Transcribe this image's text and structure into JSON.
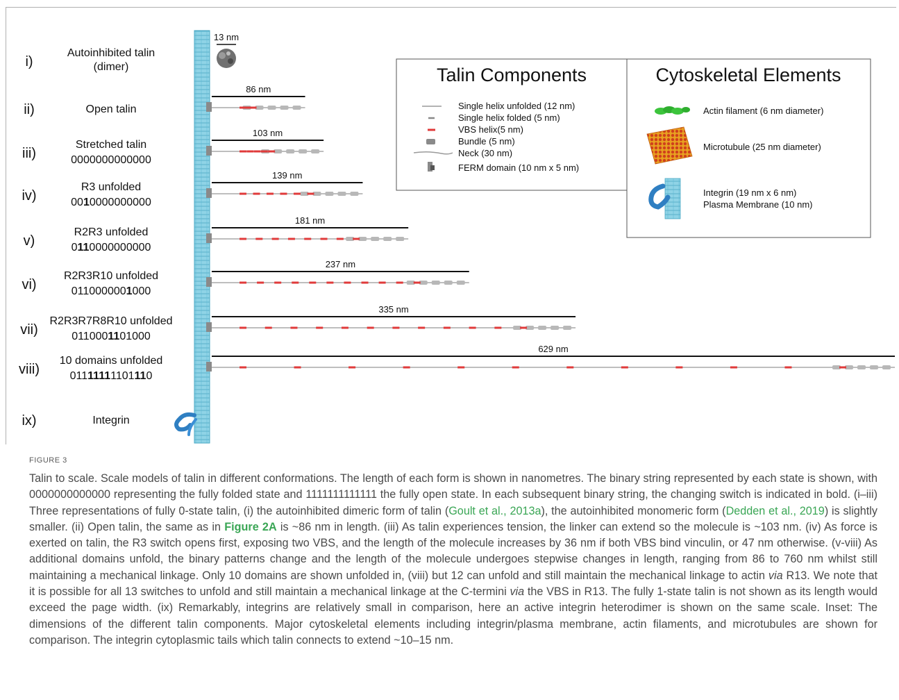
{
  "figure": {
    "rows": [
      {
        "numeral": "i)",
        "name": "Autoinhibited talin",
        "name2": "(dimer)"
      },
      {
        "numeral": "ii)",
        "name": "Open talin",
        "length_nm": 86,
        "length_label": "86 nm"
      },
      {
        "numeral": "iii)",
        "name": "Stretched talin",
        "binary": [
          {
            "t": "0000000000000",
            "b": false
          }
        ],
        "length_nm": 103,
        "length_label": "103 nm"
      },
      {
        "numeral": "iv)",
        "name": "R3 unfolded",
        "binary": [
          {
            "t": "00",
            "b": false
          },
          {
            "t": "1",
            "b": true
          },
          {
            "t": "0000000000",
            "b": false
          }
        ],
        "length_nm": 139,
        "length_label": "139 nm"
      },
      {
        "numeral": "v)",
        "name": "R2R3 unfolded",
        "binary": [
          {
            "t": "0",
            "b": false
          },
          {
            "t": "11",
            "b": true
          },
          {
            "t": "0000000000",
            "b": false
          }
        ],
        "length_nm": 181,
        "length_label": "181 nm"
      },
      {
        "numeral": "vi)",
        "name": "R2R3R10 unfolded",
        "binary": [
          {
            "t": "011000000",
            "b": false
          },
          {
            "t": "1",
            "b": true
          },
          {
            "t": "000",
            "b": false
          }
        ],
        "length_nm": 237,
        "length_label": "237 nm"
      },
      {
        "numeral": "vii)",
        "name": "R2R3R7R8R10 unfolded",
        "binary": [
          {
            "t": "011000",
            "b": false
          },
          {
            "t": "11",
            "b": true
          },
          {
            "t": "01000",
            "b": false
          }
        ],
        "length_nm": 335,
        "length_label": "335 nm"
      },
      {
        "numeral": "viii)",
        "name": "10 domains unfolded",
        "binary": [
          {
            "t": "011",
            "b": false
          },
          {
            "t": "1111",
            "b": true
          },
          {
            "t": "1101",
            "b": false
          },
          {
            "t": "11",
            "b": true
          },
          {
            "t": "0",
            "b": false
          }
        ],
        "length_nm": 629,
        "length_label": "629 nm"
      },
      {
        "numeral": "ix)",
        "name": "Integrin"
      }
    ],
    "scale_label": "13 nm",
    "legend_talin": {
      "title": "Talin Components",
      "items": [
        "Single helix unfolded (12 nm)",
        "Single helix folded (5 nm)",
        "VBS helix(5 nm)",
        "Bundle (5 nm)",
        "Neck (30 nm)",
        "FERM domain (10 nm x 5 nm)"
      ]
    },
    "legend_cyto": {
      "title": "Cytoskeletal Elements",
      "items": [
        "Actin filament (6 nm diameter)",
        "Microtubule (25 nm diameter)",
        "Integrin (19 nm x 6 nm)",
        "Plasma Membrane (10 nm)"
      ]
    },
    "colors": {
      "membrane": "#6ec6dc",
      "vbs": "#e03a3a",
      "bundle": "#b8b8b8",
      "actin": "#3cc43c",
      "microtubule": "#e07a1a",
      "integrin": "#2f7fc2"
    }
  },
  "caption": {
    "label": "FIGURE 3",
    "segments": [
      {
        "t": "Talin to scale. Scale models of talin in different conformations. The length of each form is shown in nanometres. The binary string represented by each state is shown, with 0000000000000 representing the fully folded state and 1111111111111 the fully open state. In each subsequent binary string, the changing switch is indicated in bold. (i–iii) Three representations of fully 0-state talin, (i) the autoinhibited dimeric form of talin ("
      },
      {
        "t": "Goult et al., 2013a",
        "s": "link"
      },
      {
        "t": "), the autoinhibited monomeric form ("
      },
      {
        "t": "Dedden et al., 2019",
        "s": "link"
      },
      {
        "t": ") is slightly smaller. (ii) Open talin, the same as in "
      },
      {
        "t": "Figure 2A",
        "s": "fig"
      },
      {
        "t": " is ~86 nm in length. (iii) As talin experiences tension, the linker can extend so the molecule is ~103 nm. (iv) As force is exerted on talin, the R3 switch opens first, exposing two VBS, and the length of the molecule increases by 36 nm if both VBS bind vinculin, or 47 nm otherwise. (v-viii) As additional domains unfold, the binary patterns change and the length of the molecule undergoes stepwise changes in length, ranging from 86 to 760 nm whilst still maintaining a mechanical linkage. Only 10 domains are shown unfolded in, (viii) but 12 can unfold and still maintain the mechanical linkage to actin "
      },
      {
        "t": "via",
        "s": "it"
      },
      {
        "t": " R13. We note that it is possible for all 13 switches to unfold and still maintain a mechanical linkage at the C-termini "
      },
      {
        "t": "via",
        "s": "it"
      },
      {
        "t": " the VBS in R13. The fully 1-state talin is not shown as its length would exceed the page width. (ix) Remarkably, integrins are relatively small in comparison, here an active integrin heterodimer is shown on the same scale. Inset: The dimensions of the different talin components. Major cytoskeletal elements including integrin/plasma membrane, actin filaments, and microtubules are shown for comparison. The integrin cytoplasmic tails which talin connects to extend ~10–15 nm."
      }
    ]
  }
}
